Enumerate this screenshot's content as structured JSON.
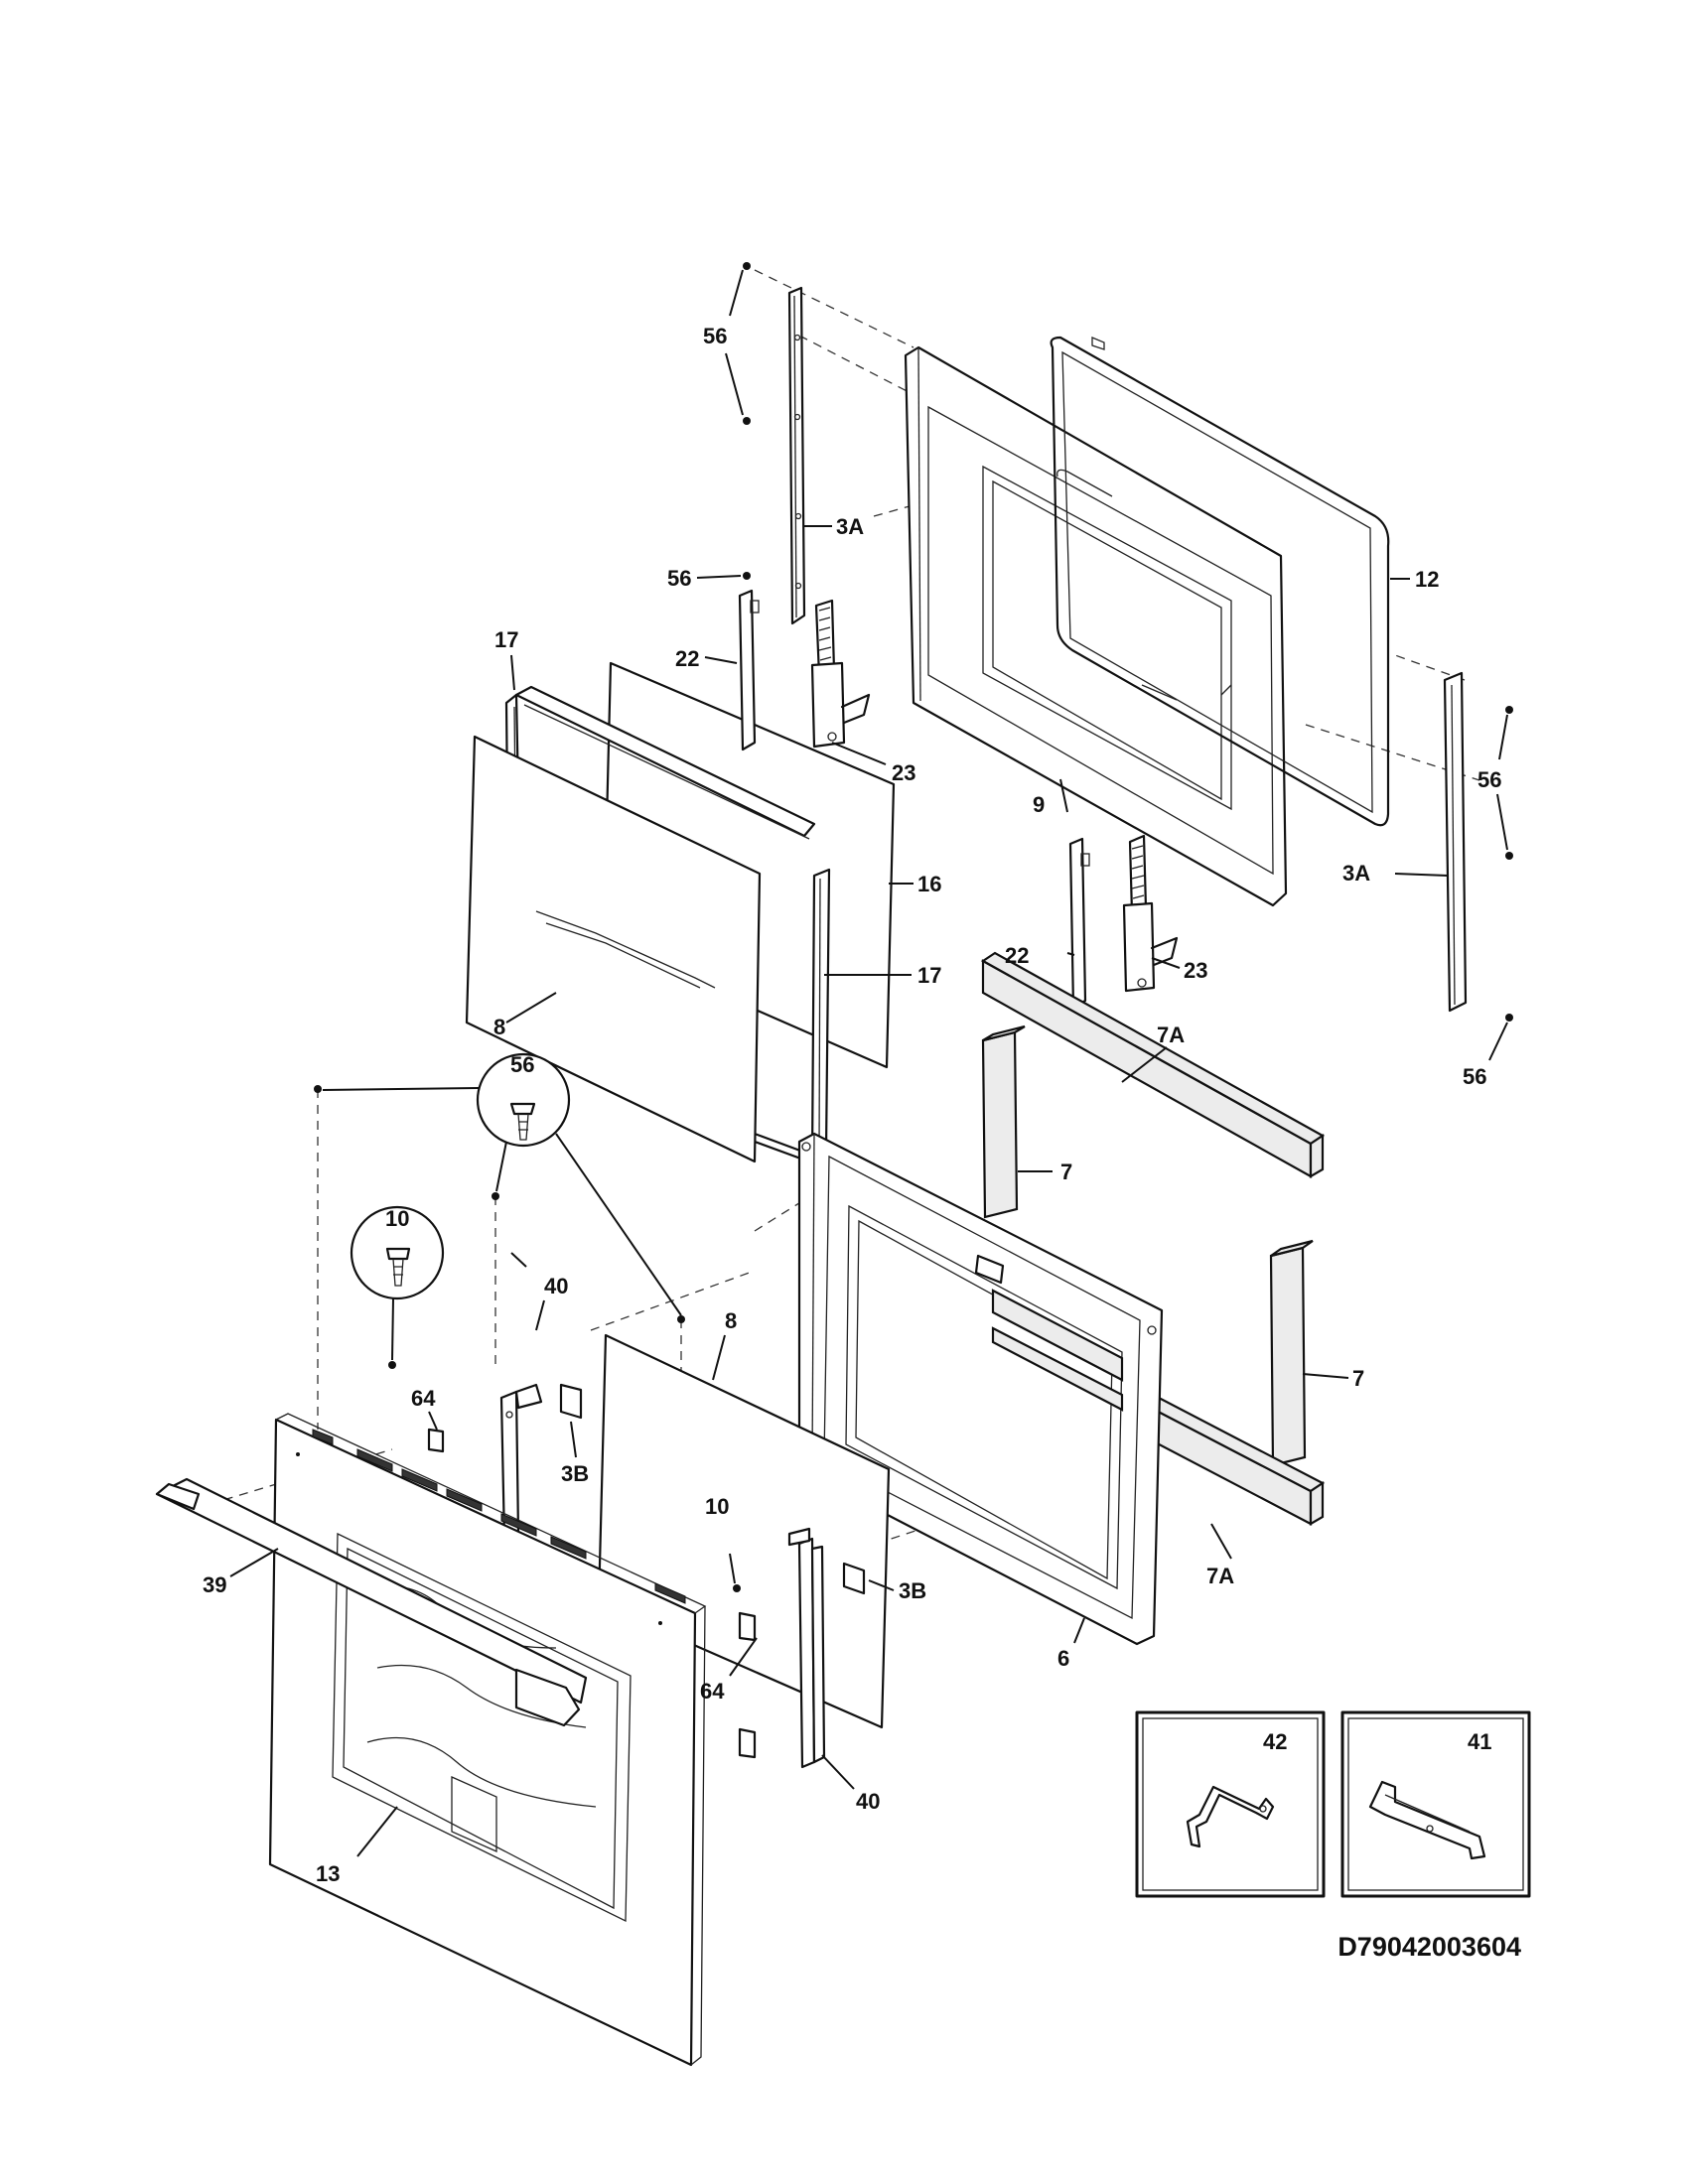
{
  "diagram_code": "D79042003604",
  "callouts": {
    "c56_top": "56",
    "c3A_top": "3A",
    "c56_mid": "56",
    "c12": "12",
    "c22_upper": "22",
    "c17_upper": "17",
    "c23_upper": "23",
    "c16": "16",
    "c9": "9",
    "c56_right": "56",
    "c3A_right": "3A",
    "c17_lower": "17",
    "c22_lower": "22",
    "c23_lower": "23",
    "c8_upper": "8",
    "c56_right_bottom": "56",
    "c7A_upper": "7A",
    "c56_detail": "56",
    "c10_detail": "10",
    "c7_upper": "7",
    "c40_upper": "40",
    "c8_lower": "8",
    "c7_lower": "7",
    "c64_upper": "64",
    "c3B_left": "3B",
    "c10_lower": "10",
    "c7A_lower": "7A",
    "c3B_right": "3B",
    "c39": "39",
    "c6": "6",
    "c64_lower": "64",
    "c40_lower": "40",
    "c13": "13",
    "c42": "42",
    "c41": "41"
  }
}
